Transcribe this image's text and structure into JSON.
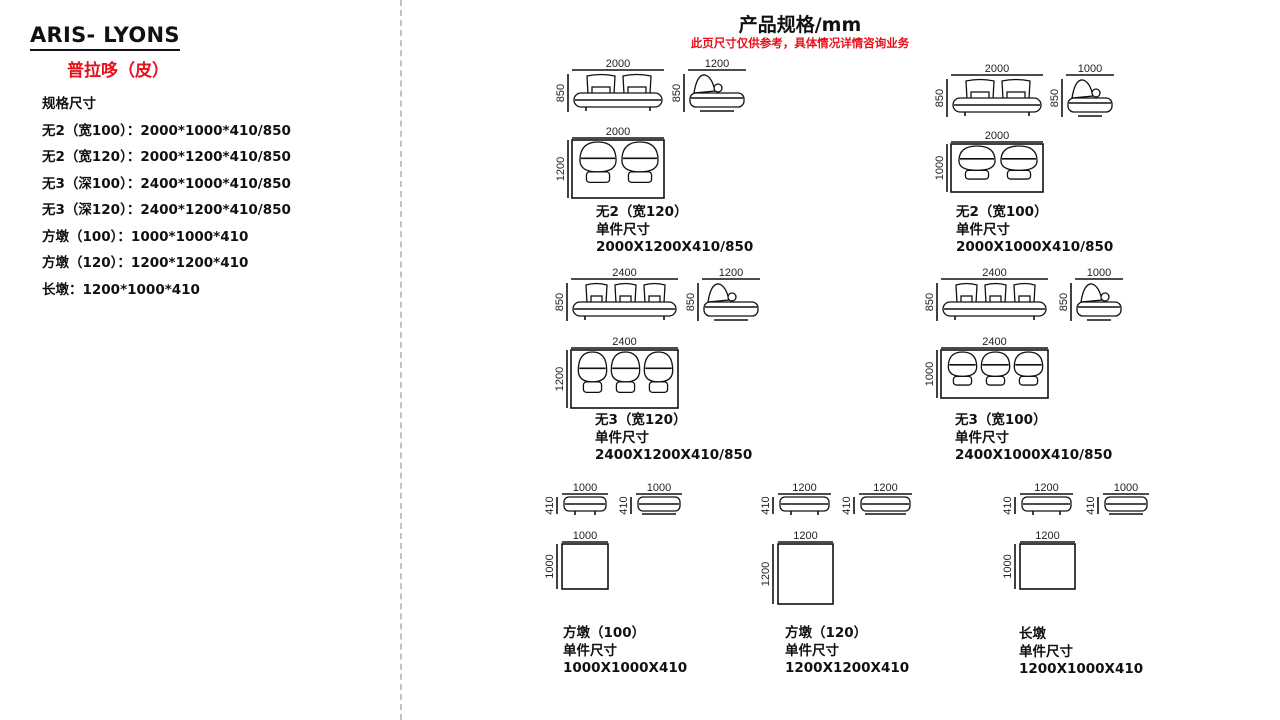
{
  "brand": {
    "title": "ARIS- LYONS",
    "subtitle": "普拉哆（皮）"
  },
  "spec_list": {
    "heading": "规格尺寸",
    "items": [
      "无2（宽100）：2000*1000*410/850",
      "无2（宽120）：2000*1200*410/850",
      "无3（深100）：2400*1000*410/850",
      "无3（深120）：2400*1200*410/850",
      "方墩（100）：1000*1000*410",
      "方墩（120）：1200*1200*410",
      "长墩：1200*1000*410"
    ]
  },
  "header": {
    "title": "产品规格/mm",
    "note": "此页尺寸仅供参考，具体情况详情咨询业务"
  },
  "products": [
    {
      "name": "无2（宽120）",
      "label": "单件尺寸",
      "size": "2000X1200X410/850",
      "front_width": "2000",
      "front_height": "850",
      "side_width": "1200",
      "side_height": "850",
      "top_width": "2000",
      "top_depth": "1200",
      "seats": 2
    },
    {
      "name": "无2（宽100）",
      "label": "单件尺寸",
      "size": "2000X1000X410/850",
      "front_width": "2000",
      "front_height": "850",
      "side_width": "1000",
      "side_height": "850",
      "top_width": "2000",
      "top_depth": "1000",
      "seats": 2
    },
    {
      "name": "无3（宽120）",
      "label": "单件尺寸",
      "size": "2400X1200X410/850",
      "front_width": "2400",
      "front_height": "850",
      "side_width": "1200",
      "side_height": "850",
      "top_width": "2400",
      "top_depth": "1200",
      "seats": 3
    },
    {
      "name": "无3（宽100）",
      "label": "单件尺寸",
      "size": "2400X1000X410/850",
      "front_width": "2400",
      "front_height": "850",
      "side_width": "1000",
      "side_height": "850",
      "top_width": "2400",
      "top_depth": "1000",
      "seats": 3
    }
  ],
  "ottomans": [
    {
      "name": "方墩（100）",
      "label": "单件尺寸",
      "size": "1000X1000X410",
      "front_width": "1000",
      "front_height": "410",
      "side_width": "1000",
      "side_height": "410",
      "top_width": "1000",
      "top_depth": "1000"
    },
    {
      "name": "方墩（120）",
      "label": "单件尺寸",
      "size": "1200X1200X410",
      "front_width": "1200",
      "front_height": "410",
      "side_width": "1200",
      "side_height": "410",
      "top_width": "1200",
      "top_depth": "1200"
    },
    {
      "name": "长墩",
      "label": "单件尺寸",
      "size": "1200X1000X410",
      "front_width": "1200",
      "front_height": "410",
      "side_width": "1000",
      "side_height": "410",
      "top_width": "1200",
      "top_depth": "1000"
    }
  ]
}
